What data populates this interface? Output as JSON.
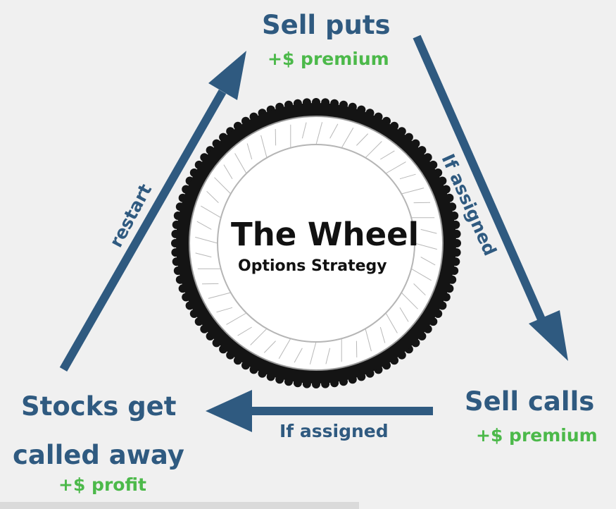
{
  "diagram": {
    "center": {
      "title": "The Wheel",
      "subtitle": "Options Strategy"
    },
    "nodes": {
      "sell_puts": {
        "label": "Sell puts",
        "gain": "+$ premium"
      },
      "sell_calls": {
        "label": "Sell calls",
        "gain": "+$ premium"
      },
      "called_away": {
        "label_line1": "Stocks get",
        "label_line2": "called away",
        "gain": "+$ profit"
      }
    },
    "edges": {
      "puts_to_calls": "If assigned",
      "calls_to_called_away": "If assigned",
      "called_away_to_puts": "restart"
    },
    "colors": {
      "arrow": "#2f5a80",
      "node_text": "#2f5a80",
      "gain_text": "#4cb94a",
      "background": "#f0f0f0",
      "tire": "#141414",
      "rim": "#ffffff"
    }
  }
}
